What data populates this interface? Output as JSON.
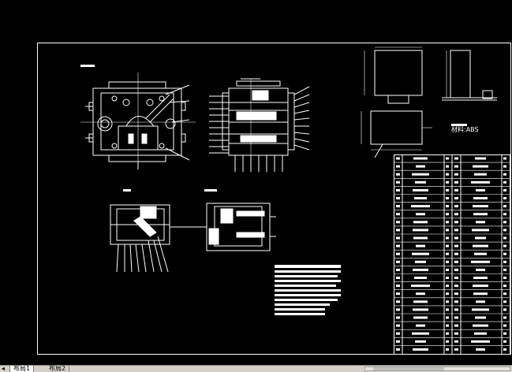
{
  "drawing": {
    "material_label": "材料:ABS",
    "colors": {
      "background": "#000000",
      "lines": "#ffffff",
      "ui_bar": "#d4d0c8"
    }
  },
  "tabs": {
    "prev_arrow": "◂",
    "layout1": "布局1",
    "layout2": "布局2"
  }
}
